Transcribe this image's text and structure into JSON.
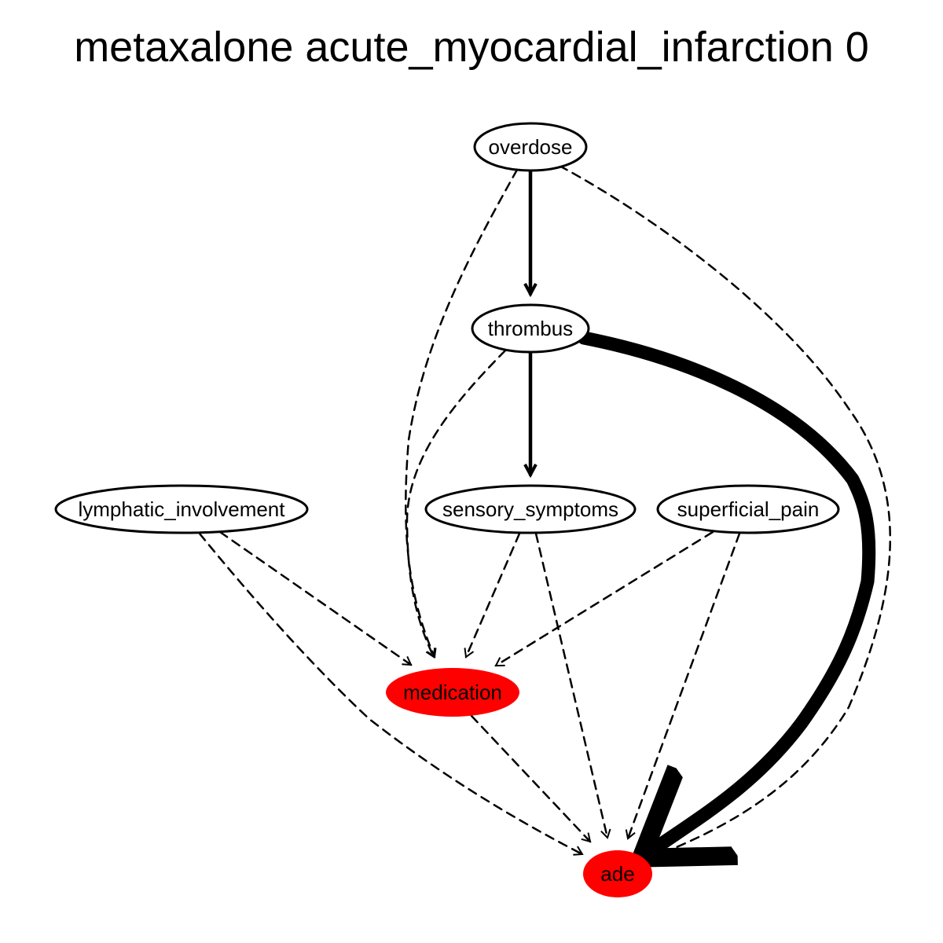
{
  "title": "metaxalone acute_myocardial_infarction 0",
  "colors": {
    "highlight": "#ff0000",
    "default_fill": "#ffffff",
    "stroke": "#000000"
  },
  "nodes": [
    {
      "id": "overdose",
      "label": "overdose",
      "highlighted": false
    },
    {
      "id": "thrombus",
      "label": "thrombus",
      "highlighted": false
    },
    {
      "id": "lymphatic_involvement",
      "label": "lymphatic_involvement",
      "highlighted": false
    },
    {
      "id": "sensory_symptoms",
      "label": "sensory_symptoms",
      "highlighted": false
    },
    {
      "id": "superficial_pain",
      "label": "superficial_pain",
      "highlighted": false
    },
    {
      "id": "medication",
      "label": "medication",
      "highlighted": true
    },
    {
      "id": "ade",
      "label": "ade",
      "highlighted": true
    }
  ],
  "edges": [
    {
      "from": "overdose",
      "to": "thrombus",
      "style": "solid",
      "weight": "medium"
    },
    {
      "from": "thrombus",
      "to": "sensory_symptoms",
      "style": "solid",
      "weight": "medium"
    },
    {
      "from": "thrombus",
      "to": "ade",
      "style": "solid",
      "weight": "heavy"
    },
    {
      "from": "overdose",
      "to": "medication",
      "style": "dashed",
      "weight": "thin"
    },
    {
      "from": "overdose",
      "to": "ade",
      "style": "dashed",
      "weight": "thin"
    },
    {
      "from": "thrombus",
      "to": "medication",
      "style": "dashed",
      "weight": "thin"
    },
    {
      "from": "lymphatic_involvement",
      "to": "medication",
      "style": "dashed",
      "weight": "thin"
    },
    {
      "from": "lymphatic_involvement",
      "to": "ade",
      "style": "dashed",
      "weight": "thin"
    },
    {
      "from": "sensory_symptoms",
      "to": "medication",
      "style": "dashed",
      "weight": "thin"
    },
    {
      "from": "sensory_symptoms",
      "to": "ade",
      "style": "dashed",
      "weight": "thin"
    },
    {
      "from": "superficial_pain",
      "to": "medication",
      "style": "dashed",
      "weight": "thin"
    },
    {
      "from": "superficial_pain",
      "to": "ade",
      "style": "dashed",
      "weight": "thin"
    },
    {
      "from": "medication",
      "to": "ade",
      "style": "dashed",
      "weight": "thin"
    }
  ]
}
